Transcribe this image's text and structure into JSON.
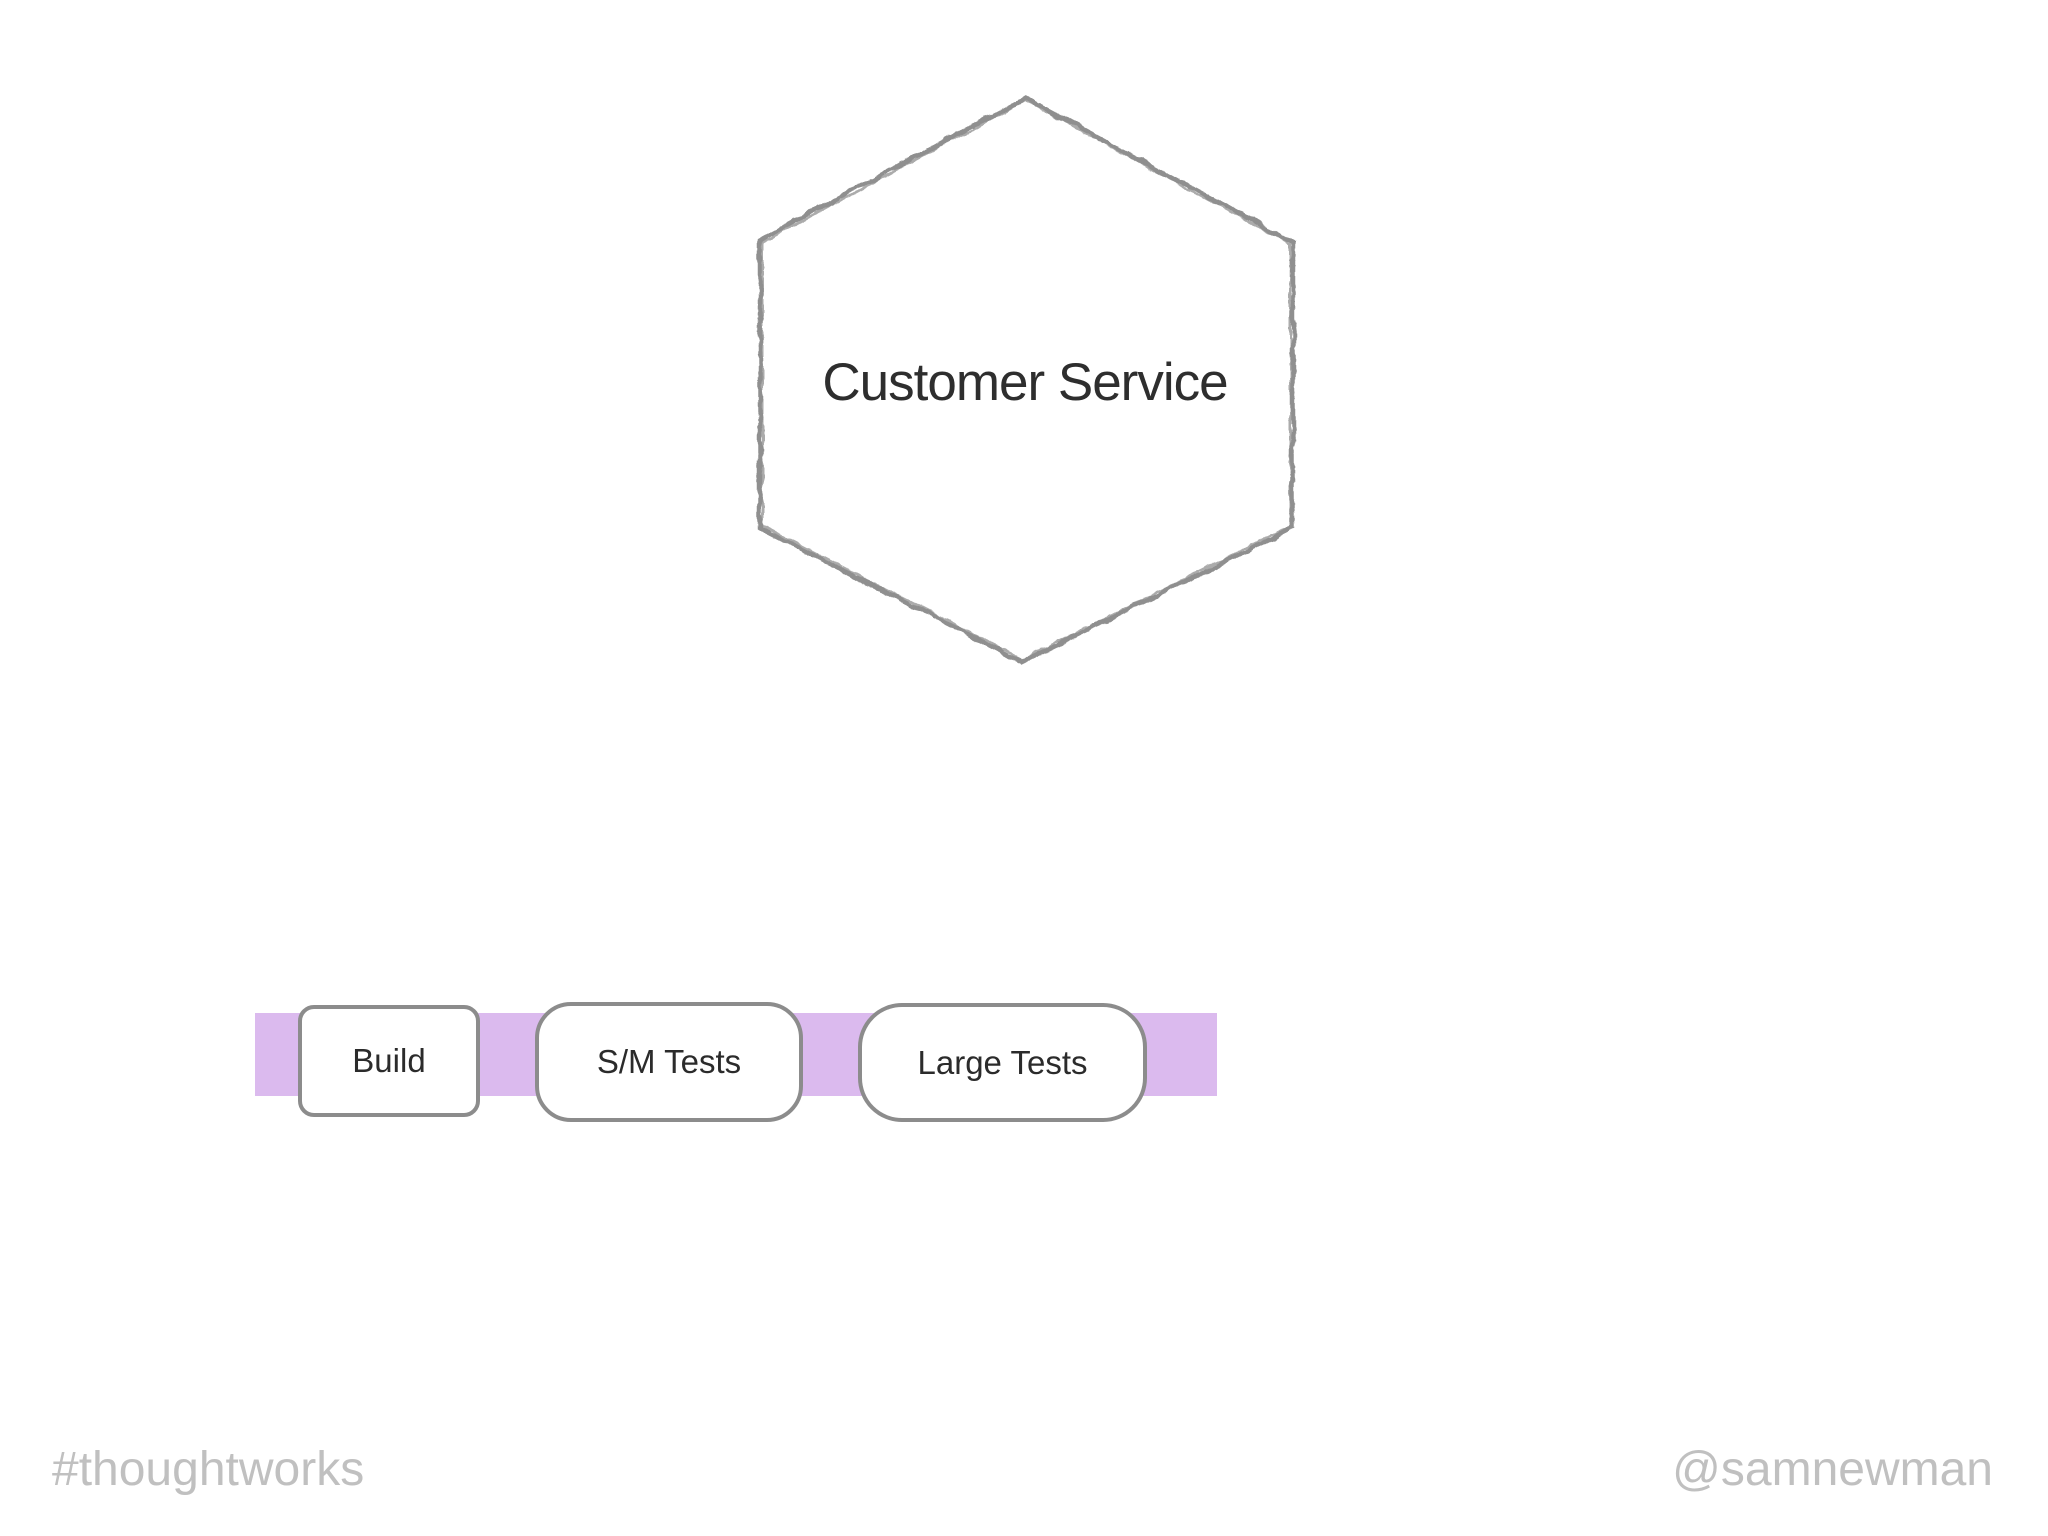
{
  "slide": {
    "hexagon": {
      "label": "Customer Service"
    },
    "pipeline": {
      "stages": [
        {
          "label": "Build"
        },
        {
          "label": "S/M Tests"
        },
        {
          "label": "Large Tests"
        }
      ]
    },
    "footer": {
      "left": "#thoughtworks",
      "right": "@samnewman"
    }
  },
  "colors": {
    "background": "#ffffff",
    "hexagon_stroke": "#8f8f8f",
    "hexagon_label": "#2e2e2e",
    "pipeline_bar": "#dbbaee",
    "box_border": "#8c8c8c",
    "box_fill": "#ffffff",
    "box_label": "#2b2b2b",
    "footer_text": "#c0c0c0"
  }
}
